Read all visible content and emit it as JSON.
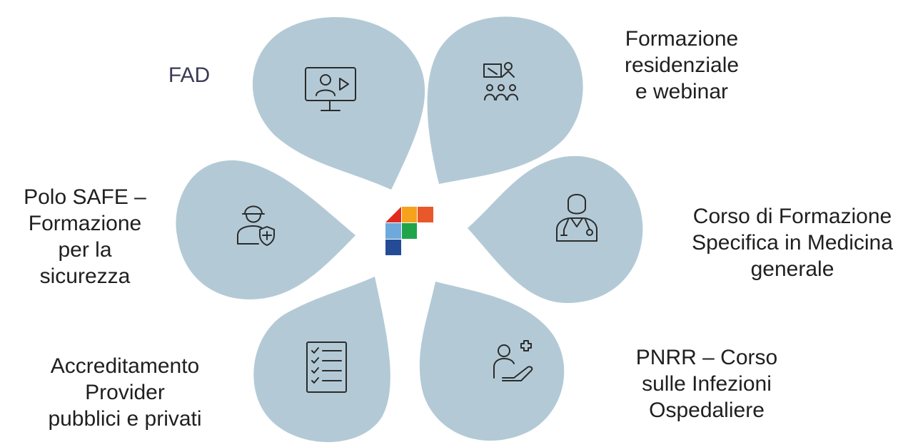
{
  "colors": {
    "petal": "#b3cad6",
    "icon_stroke": "#2b2b2b",
    "logo": [
      "#e12b22",
      "#f6a21c",
      "#e9582b",
      "#6ea9dc",
      "#1fa44a",
      "#244c96"
    ]
  },
  "petals": [
    {
      "id": "fad",
      "icon": "video-lesson-icon",
      "lines": [
        "FAD"
      ]
    },
    {
      "id": "residenziale",
      "icon": "presentation-audience-icon",
      "lines": [
        "Formazione",
        "residenziale",
        "e webinar"
      ]
    },
    {
      "id": "safe",
      "icon": "worker-shield-icon",
      "lines": [
        "Polo SAFE –",
        "Formazione",
        "per la",
        "sicurezza"
      ]
    },
    {
      "id": "medicina",
      "icon": "doctor-stethoscope-icon",
      "lines": [
        "Corso di Formazione",
        "Specifica in Medicina",
        "generale"
      ]
    },
    {
      "id": "accreditamento",
      "icon": "checklist-icon",
      "lines": [
        "Accreditamento",
        "Provider",
        "pubblici e privati"
      ]
    },
    {
      "id": "pnrr",
      "icon": "person-care-icon",
      "lines": [
        "PNRR – Corso",
        "sulle Infezioni",
        "Ospedaliere"
      ]
    }
  ],
  "center_logo": "brand-logo-icon"
}
